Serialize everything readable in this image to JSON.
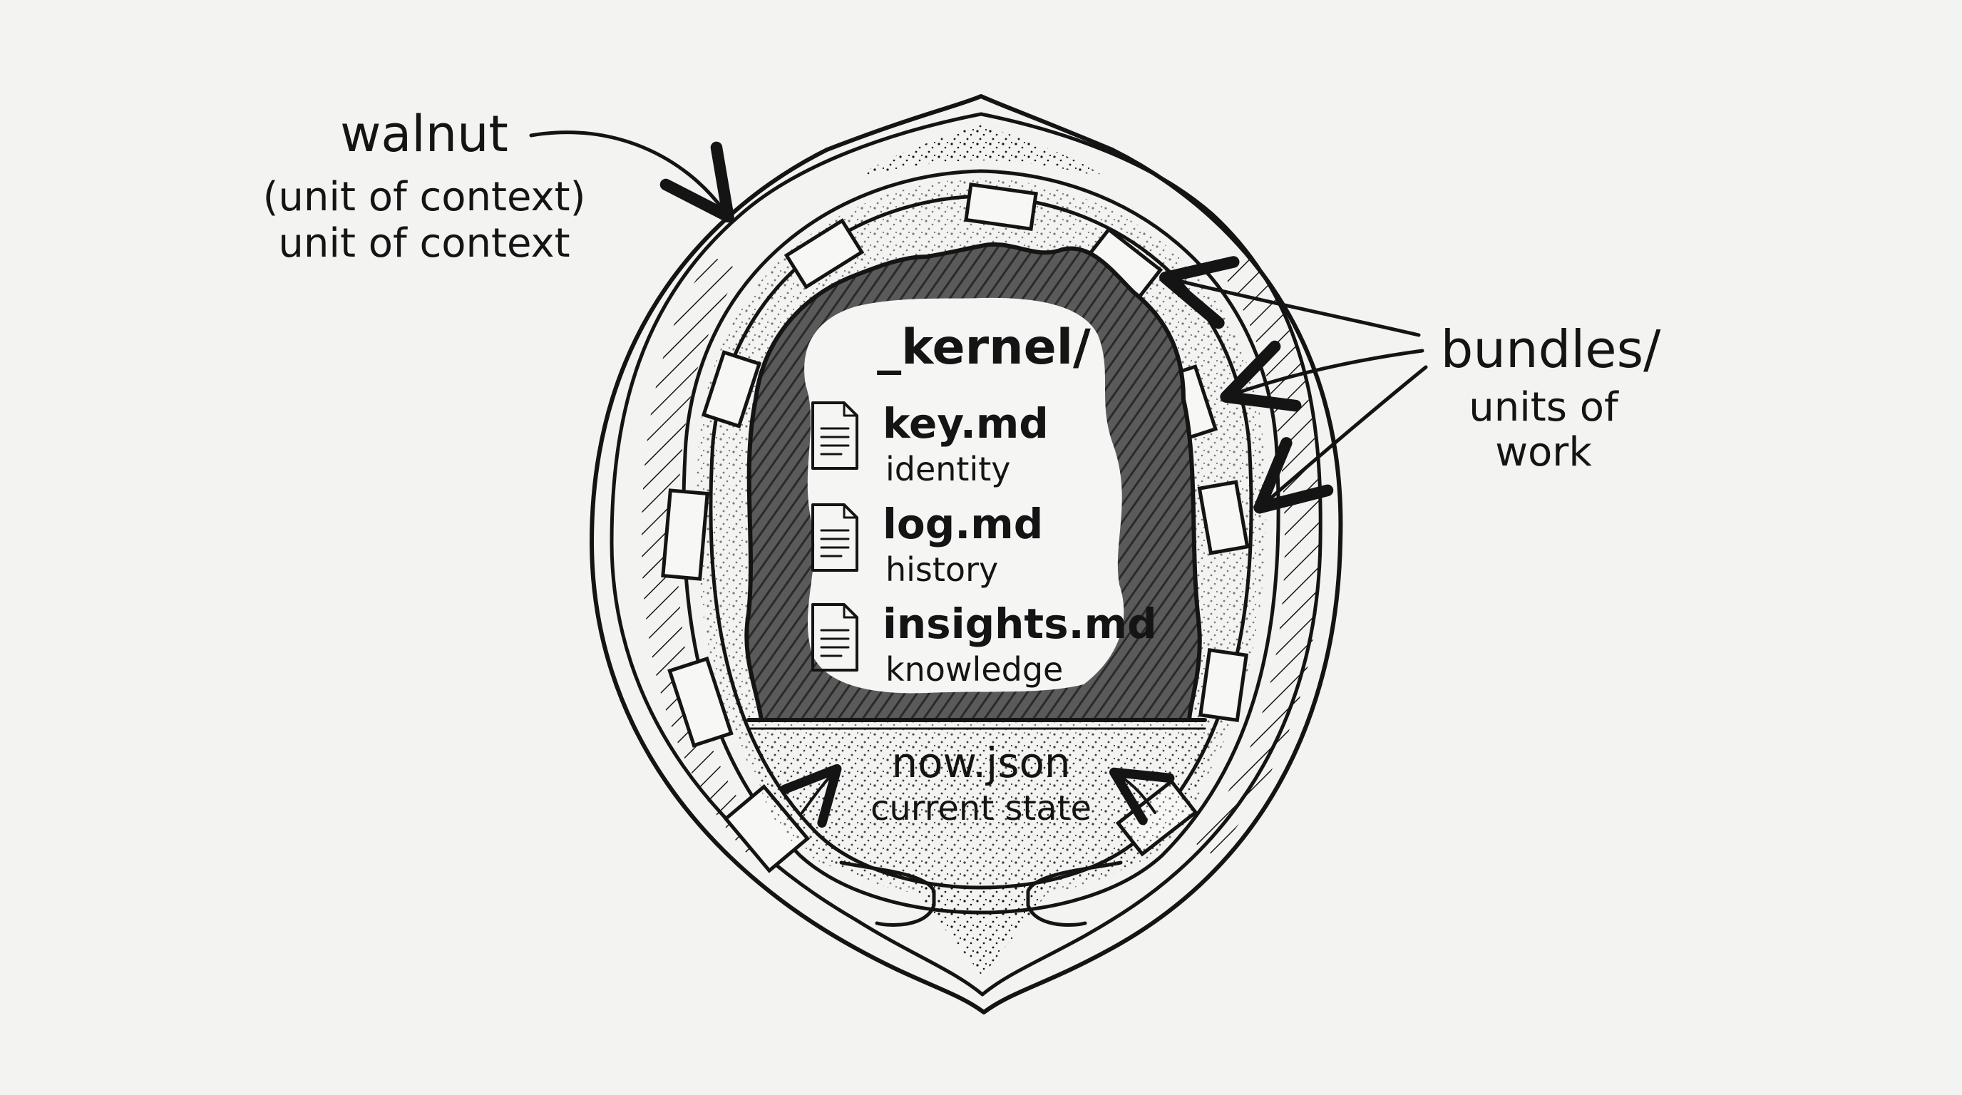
{
  "walnut": {
    "title": "walnut",
    "subtitle_1": "(unit of context)",
    "subtitle_2": "unit of context"
  },
  "bundles": {
    "title": "bundles/",
    "subtitle_1": "units of",
    "subtitle_2": "work"
  },
  "kernel": {
    "title": "_kernel/",
    "files": [
      {
        "name": "key.md",
        "desc": "identity",
        "icon": "document-icon"
      },
      {
        "name": "log.md",
        "desc": "history",
        "icon": "document-icon"
      },
      {
        "name": "insights.md",
        "desc": "knowledge",
        "icon": "document-icon"
      }
    ]
  },
  "state": {
    "name": "now.json",
    "desc": "current state"
  },
  "colors": {
    "ink": "#141414",
    "paper": "#f3f3f1",
    "kernel_shade": "#4a4a4a"
  }
}
